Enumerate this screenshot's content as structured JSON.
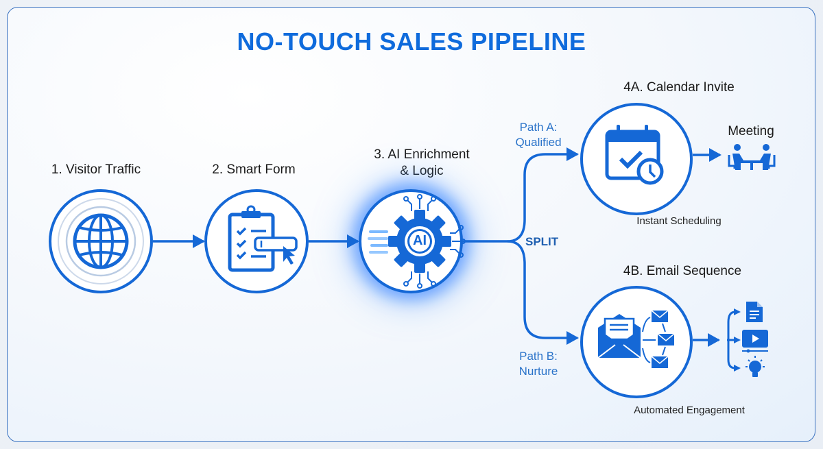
{
  "title": "NO-TOUCH SALES PIPELINE",
  "colors": {
    "accent": "#1568d6",
    "title": "#0f6bdc",
    "path_label": "#2a73c9",
    "text": "#1a1a1a"
  },
  "steps": [
    {
      "id": "visitor-traffic",
      "label": "1. Visitor Traffic",
      "icon": "globe-icon"
    },
    {
      "id": "smart-form",
      "label": "2. Smart Form",
      "icon": "clipboard-form-icon"
    },
    {
      "id": "ai-enrichment",
      "label_line1": "3. AI Enrichment",
      "label_line2": "& Logic",
      "icon": "ai-gear-icon",
      "icon_text": "AI"
    },
    {
      "id": "calendar-invite",
      "label": "4A. Calendar Invite",
      "icon": "calendar-clock-icon",
      "caption": "Instant Scheduling"
    },
    {
      "id": "email-sequence",
      "label": "4B. Email Sequence",
      "icon": "email-sequence-icon",
      "caption": "Automated Engagement"
    }
  ],
  "split": {
    "label": "SPLIT",
    "path_a": {
      "line1": "Path A:",
      "line2": "Qualified"
    },
    "path_b": {
      "line1": "Path B:",
      "line2": "Nurture"
    }
  },
  "outcomes": {
    "meeting": {
      "label": "Meeting",
      "icon": "meeting-icon"
    },
    "content": [
      {
        "icon": "document-icon"
      },
      {
        "icon": "video-icon"
      },
      {
        "icon": "lightbulb-icon"
      }
    ]
  }
}
